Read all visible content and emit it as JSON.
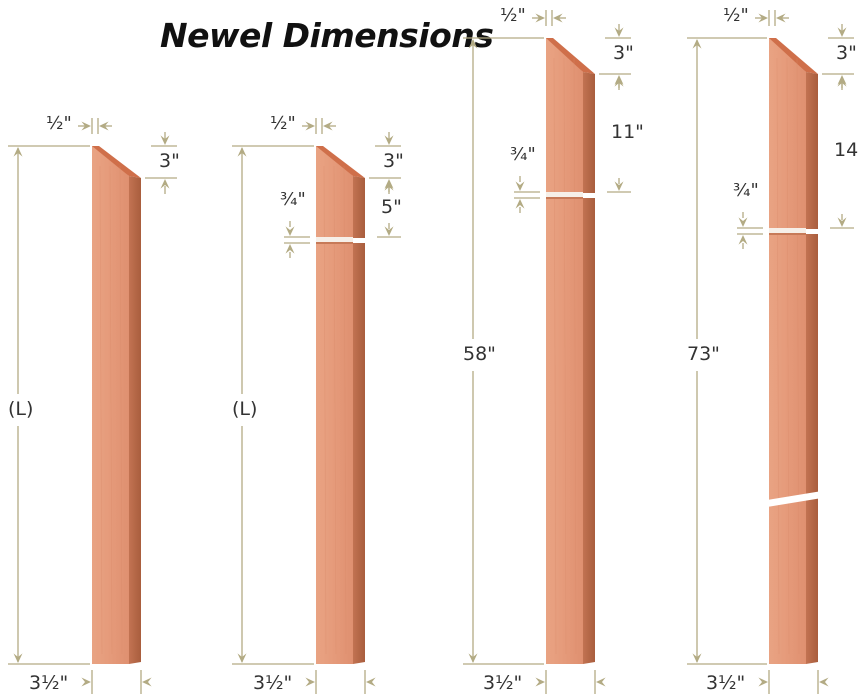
{
  "title": "Newel Dimensions",
  "colors": {
    "dimension_line": "#b3ab84",
    "wood_front": "#e59a7a",
    "wood_side": "#b86a46",
    "wood_top": "#cf6f4a",
    "text": "#333333",
    "title": "#111111"
  },
  "posts": [
    {
      "id": "post-1",
      "height_label": "(L)",
      "bevel_offset_label": "½\"",
      "bevel_drop_label": "3\"",
      "width_label": "3½\"",
      "has_groove": false,
      "has_break": false
    },
    {
      "id": "post-2",
      "height_label": "(L)",
      "bevel_offset_label": "½\"",
      "bevel_drop_label": "3\"",
      "groove_distance_label": "5\"",
      "groove_width_label": "¾\"",
      "width_label": "3½\"",
      "has_groove": true,
      "has_break": false
    },
    {
      "id": "post-3",
      "height_label": "58\"",
      "bevel_offset_label": "½\"",
      "bevel_drop_label": "3\"",
      "groove_distance_label": "11\"",
      "groove_width_label": "¾\"",
      "width_label": "3½\"",
      "has_groove": true,
      "has_break": false
    },
    {
      "id": "post-4",
      "height_label": "73\"",
      "bevel_offset_label": "½\"",
      "bevel_drop_label": "3\"",
      "groove_distance_label": "14",
      "groove_width_label": "¾\"",
      "width_label": "3½\"",
      "has_groove": true,
      "has_break": true
    }
  ]
}
